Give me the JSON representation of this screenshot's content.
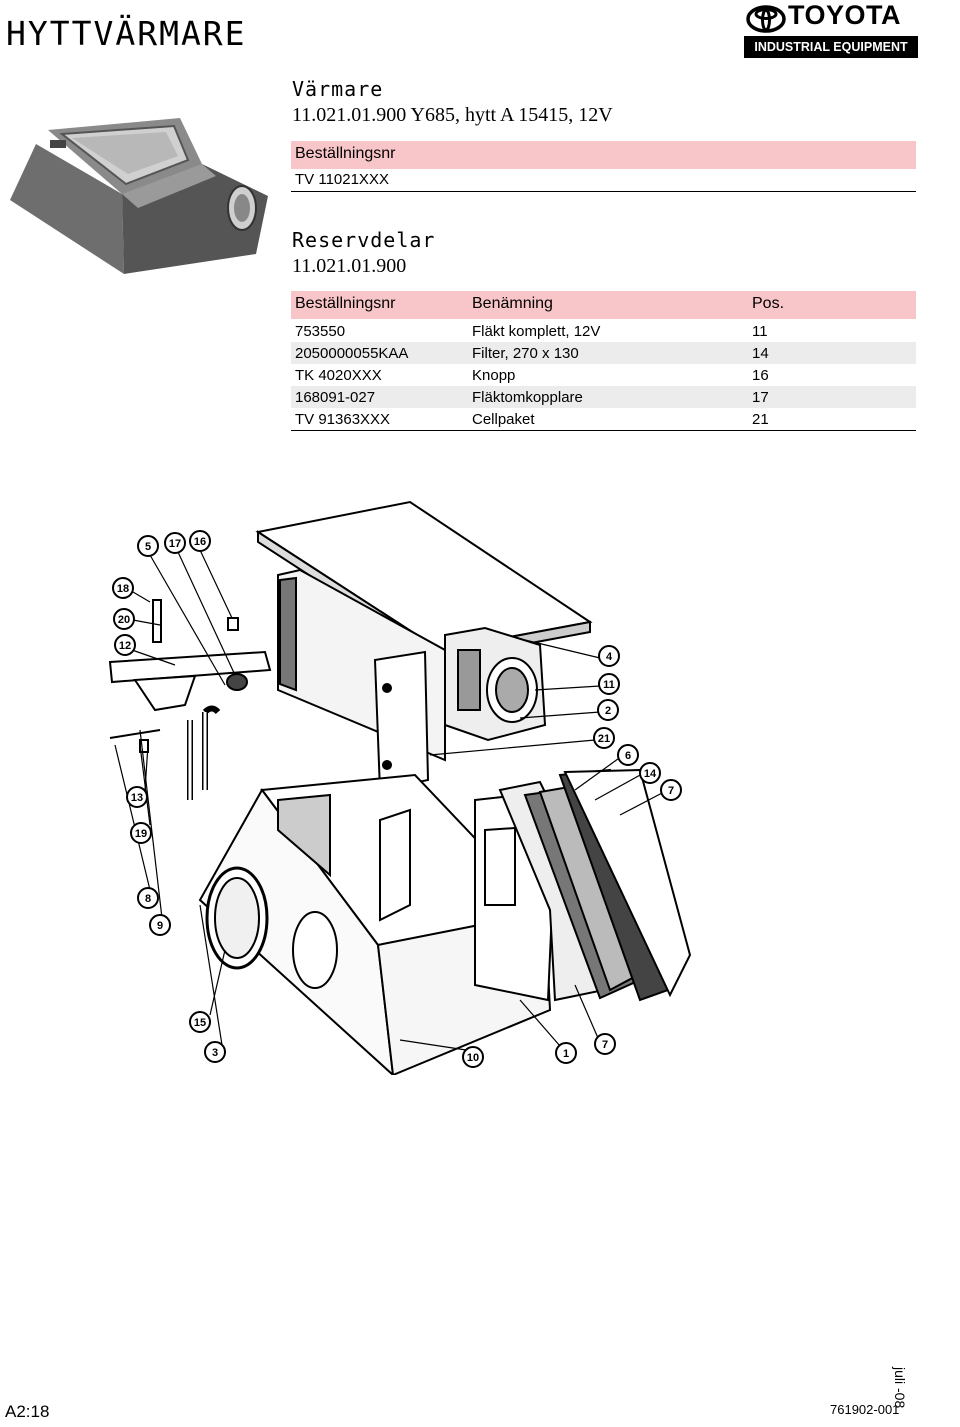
{
  "header": {
    "title": "HYTTVÄRMARE",
    "logo": {
      "word": "TOYOTA",
      "band": "INDUSTRIAL EQUIPMENT"
    }
  },
  "product": {
    "heading": "Värmare",
    "description": "11.021.01.900 Y685, hytt A 15415, 12V",
    "order_label": "Beställningsnr",
    "order_number": "TV 11021XXX"
  },
  "spares": {
    "heading": "Reservdelar",
    "ref": "11.021.01.900",
    "columns": [
      "Beställningsnr",
      "Benämning",
      "Pos."
    ],
    "rows": [
      {
        "nr": "753550",
        "name": "Fläkt komplett, 12V",
        "pos": "11"
      },
      {
        "nr": "2050000055KAA",
        "name": "Filter, 270 x 130",
        "pos": "14"
      },
      {
        "nr": "TK 4020XXX",
        "name": "Knopp",
        "pos": "16"
      },
      {
        "nr": "168091-027",
        "name": "Fläktomkopplare",
        "pos": "17"
      },
      {
        "nr": "TV 91363XXX",
        "name": "Cellpaket",
        "pos": "21"
      }
    ]
  },
  "diagram": {
    "callouts": [
      "5",
      "17",
      "16",
      "18",
      "20",
      "12",
      "4",
      "11",
      "2",
      "21",
      "6",
      "14",
      "7",
      "13",
      "19",
      "8",
      "9",
      "15",
      "3",
      "10",
      "1",
      "7"
    ]
  },
  "footer": {
    "page": "A2:18",
    "date": "juli -08",
    "doc_number": "761902-001"
  }
}
